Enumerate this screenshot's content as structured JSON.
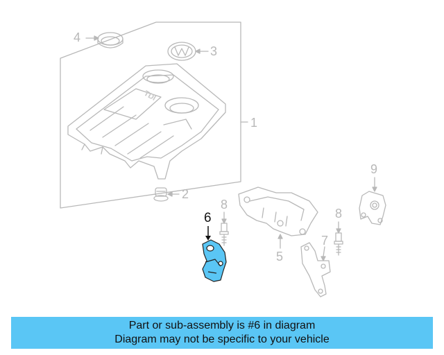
{
  "diagram": {
    "callouts": {
      "c1": "1",
      "c2": "2",
      "c3": "3",
      "c4": "4",
      "c5": "5",
      "c6": "6",
      "c7": "7",
      "c8a": "8",
      "c8b": "8",
      "c9": "9"
    },
    "cover_badge": "TDI",
    "highlighted_part": "6",
    "colors": {
      "highlight": "#5ac6f5",
      "line": "#b8b8b8",
      "highlight_outline": "#222222"
    }
  },
  "banner": {
    "line1": "Part or sub-assembly is #6 in diagram",
    "line2": "Diagram may not be specific to your vehicle",
    "background": "#5ac6f5"
  }
}
